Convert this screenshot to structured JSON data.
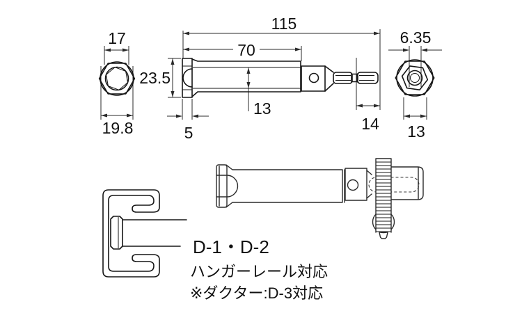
{
  "drawing": {
    "background": "#ffffff",
    "line_color": "#161616"
  },
  "dimensions": {
    "front_left": {
      "hex_flats": "17",
      "outer_dia": "19.8"
    },
    "side": {
      "overall_length": "115",
      "body_length": "70",
      "head_dia": "23.5",
      "bore": "13",
      "lip": "5",
      "bit_tip": "14"
    },
    "front_right": {
      "shank_hex": "6.35",
      "socket": "13"
    }
  },
  "caption": {
    "line1": "D-1・D-2",
    "line2": "ハンガーレール対応",
    "line3": "※ダクター:D-3対応"
  }
}
